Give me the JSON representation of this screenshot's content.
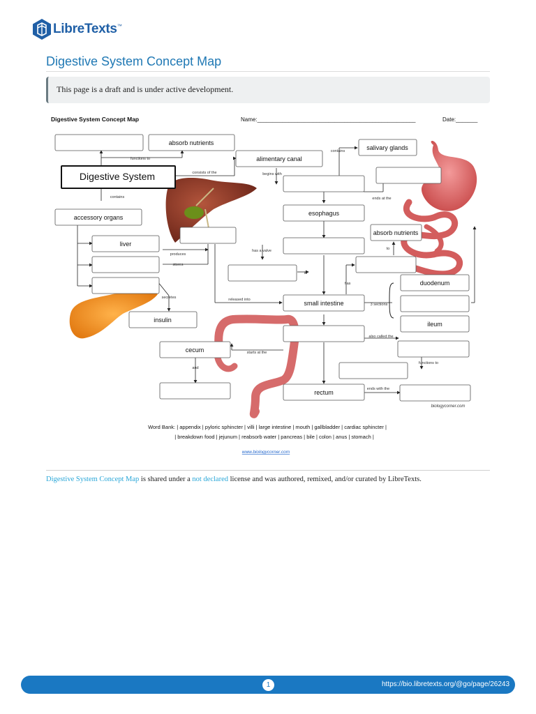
{
  "header": {
    "logo_text": "LibreTexts",
    "logo_tm": "™"
  },
  "page": {
    "title": "Digestive System Concept Map",
    "notice": "This page is a draft and is under active development."
  },
  "worksheet": {
    "title": "Digestive System Concept Map",
    "name_label": "Name:___________________________________________________",
    "date_label": "Date:_______",
    "boxes": {
      "digestive_system": "Digestive System",
      "absorb_nutrients_top": "absorb nutrients",
      "alimentary_canal": "alimentary canal",
      "salivary_glands": "salivary glands",
      "accessory_organs": "accessory organs",
      "liver": "liver",
      "esophagus": "esophagus",
      "absorb_nutrients_right": "absorb nutrients",
      "duodenum": "duodenum",
      "small_intestine": "small intestine",
      "ileum": "ileum",
      "insulin": "insulin",
      "cecum": "cecum",
      "rectum": "rectum"
    },
    "connectors": {
      "functions_to_top": "functions to",
      "consists_of_the": "consists of the",
      "contains_top": "contains",
      "begins_with": "begins with",
      "contains_left": "contains",
      "ends_at_the": "ends at the",
      "produces": "produces",
      "stores": "stores",
      "has_a_valve": "has a valve",
      "to_mid": "to",
      "to_right": "to",
      "has": "has",
      "secretes": "secretes",
      "released_into": "released into",
      "three_sections": "3 sections",
      "also_called_the": "also called the",
      "starts_at_the": "starts at the",
      "functions_to_bottom": "functions to",
      "and": "and",
      "ends_with_the": "ends with the"
    },
    "credit": "biologycorner.com",
    "word_bank_line1": "Word Bank:  |  appendix  |  pyloric sphincter  |  villi  |  large intestine  |  mouth  |  gallbladder  |  cardiac sphincter  |",
    "word_bank_line2": "|  breakdown food  |  jejunum  |  reabsorb water  |  pancreas  |  bile  |  colon  |  anus  |  stomach  |",
    "link": "www.biologycorner.com"
  },
  "footer": {
    "attribution_link": "Digestive System Concept Map",
    "attribution_text1": " is shared under a ",
    "license_link": "not declared",
    "attribution_text2": " license and was authored, remixed, and/or curated by LibreTexts.",
    "page_number": "1",
    "url": "https://bio.libretexts.org/@go/page/26243"
  },
  "colors": {
    "brand_blue": "#1a78c2",
    "title_blue": "#1f78b4",
    "link_cyan": "#2aa7d8"
  }
}
